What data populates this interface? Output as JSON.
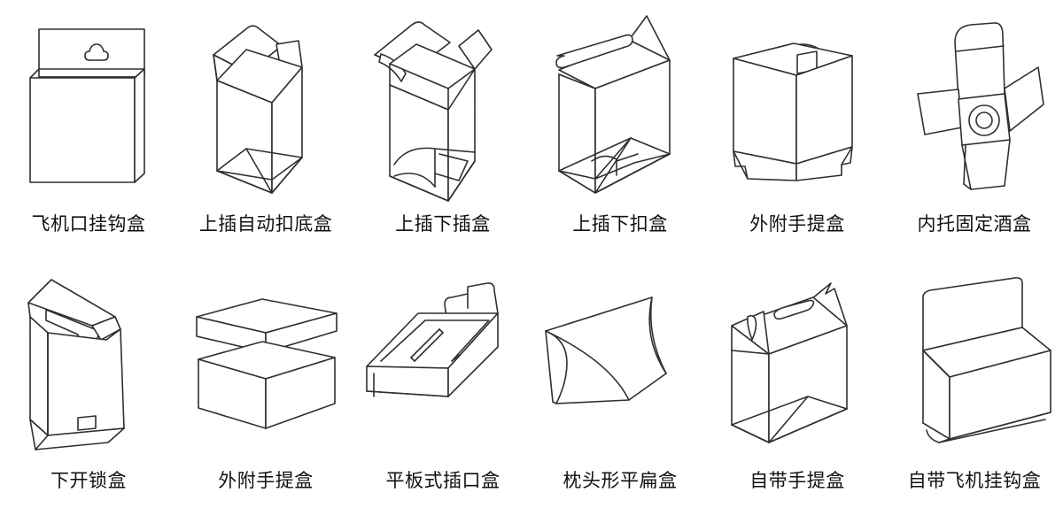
{
  "page": {
    "background_color": "#ffffff",
    "line_color": "#2f2f2f",
    "text_color": "#111111",
    "columns": 6,
    "rows": 2
  },
  "items": [
    {
      "id": "box-01",
      "label": "飞机口挂钩盒",
      "icon": "hanging-hook-tab-box-icon",
      "row": 1,
      "col": 1
    },
    {
      "id": "box-02",
      "label": "上插自动扣底盒",
      "icon": "top-tuck-auto-lock-bottom-box-icon",
      "row": 1,
      "col": 2
    },
    {
      "id": "box-03",
      "label": "上插下插盒",
      "icon": "top-tuck-bottom-tuck-box-icon",
      "row": 1,
      "col": 3
    },
    {
      "id": "box-04",
      "label": "上插下扣盒",
      "icon": "top-tuck-bottom-lock-box-icon",
      "row": 1,
      "col": 4
    },
    {
      "id": "box-05",
      "label": "外附手提盒",
      "icon": "external-handle-box-icon",
      "row": 1,
      "col": 5
    },
    {
      "id": "box-06",
      "label": "内托固定酒盒",
      "icon": "inner-tray-wine-box-icon",
      "row": 1,
      "col": 6
    },
    {
      "id": "box-07",
      "label": "下开锁盒",
      "icon": "bottom-open-lock-box-icon",
      "row": 2,
      "col": 1
    },
    {
      "id": "box-08",
      "label": "外附手提盒",
      "icon": "lid-and-base-box-icon",
      "row": 2,
      "col": 2
    },
    {
      "id": "box-09",
      "label": "平板式插口盒",
      "icon": "flat-tray-tuck-box-icon",
      "row": 2,
      "col": 3
    },
    {
      "id": "box-10",
      "label": "枕头形平扁盒",
      "icon": "pillow-flat-box-icon",
      "row": 2,
      "col": 4
    },
    {
      "id": "box-11",
      "label": "自带手提盒",
      "icon": "built-in-handle-box-icon",
      "row": 2,
      "col": 5
    },
    {
      "id": "box-12",
      "label": "自带飞机挂钩盒",
      "icon": "built-in-hanging-hook-box-icon",
      "row": 2,
      "col": 6
    }
  ]
}
